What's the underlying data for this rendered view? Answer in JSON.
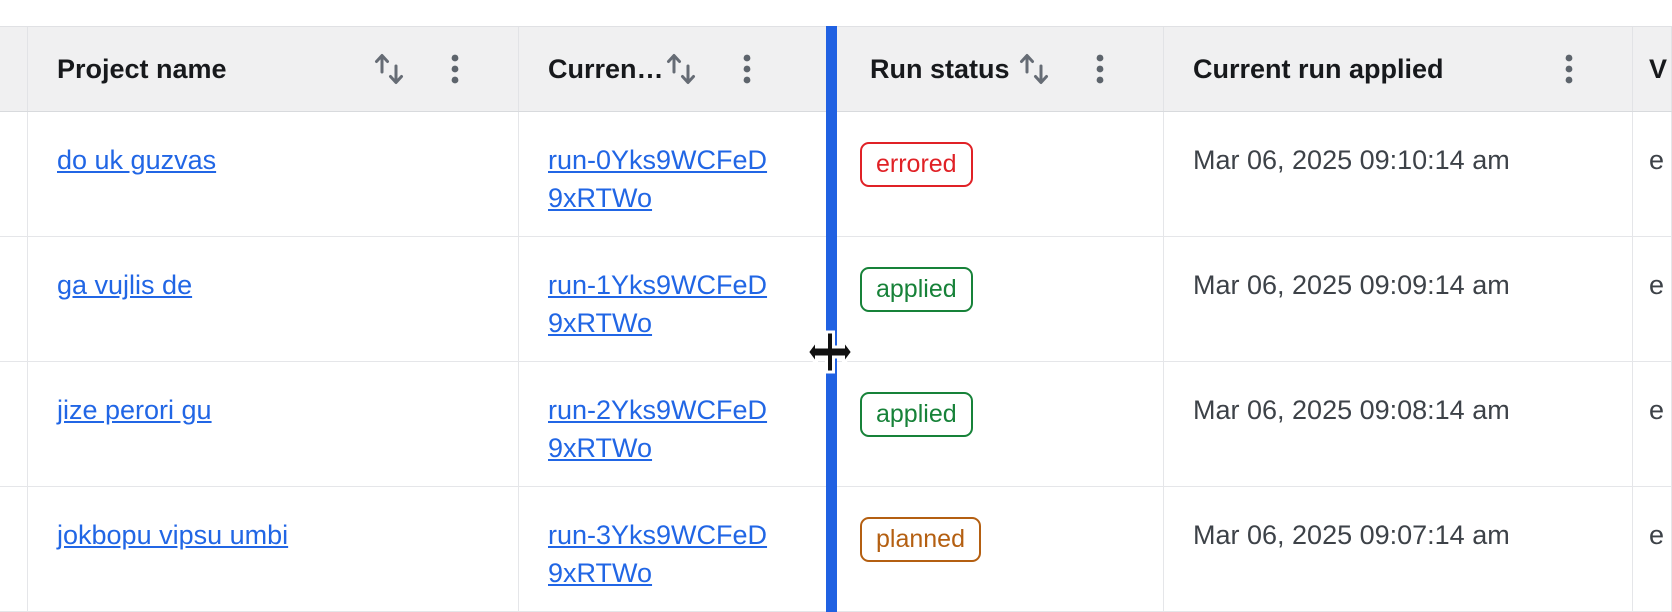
{
  "columns": {
    "stub": "",
    "project": "Project name",
    "current_run": "Curren…",
    "run_status": "Run status",
    "current_run_applied": "Current run applied",
    "truncated": "V"
  },
  "rows": [
    {
      "project": "do uk guzvas",
      "current_run": "run-0Yks9WCFeD9xRTWo",
      "run_status": "errored",
      "current_run_applied": "Mar 06, 2025 09:10:14 am",
      "truncated": "e"
    },
    {
      "project": "ga vujlis de",
      "current_run": "run-1Yks9WCFeD9xRTWo",
      "run_status": "applied",
      "current_run_applied": "Mar 06, 2025 09:09:14 am",
      "truncated": "e"
    },
    {
      "project": "jize perori gu",
      "current_run": "run-2Yks9WCFeD9xRTWo",
      "run_status": "applied",
      "current_run_applied": "Mar 06, 2025 09:08:14 am",
      "truncated": "e"
    },
    {
      "project": "jokbopu vipsu umbi",
      "current_run": "run-3Yks9WCFeD9xRTWo",
      "run_status": "planned",
      "current_run_applied": "Mar 06, 2025 09:07:14 am",
      "truncated": "e"
    }
  ],
  "status_colors": {
    "errored": "#e02126",
    "applied": "#178239",
    "planned": "#b45f11"
  },
  "ui_colors": {
    "link": "#2166e5",
    "resize_indicator": "#2061e2",
    "header_background": "#f0f0f1",
    "row_border": "#e5e6e9",
    "timestamp_text": "#3d4248"
  }
}
